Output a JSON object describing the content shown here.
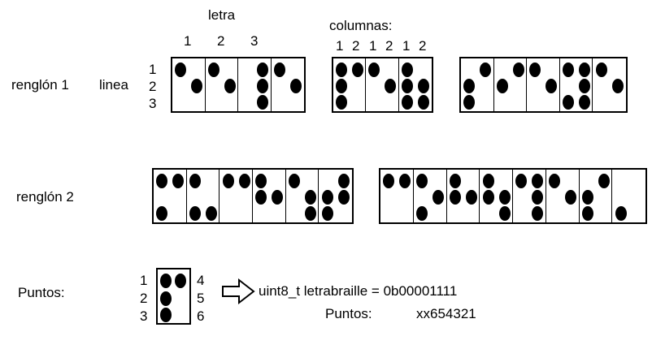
{
  "labels": {
    "letra": "letra",
    "letra_nums": [
      "1",
      "2",
      "3"
    ],
    "columnas": "columnas:",
    "columnas_nums": [
      "1",
      "2",
      "1",
      "2",
      "1",
      "2"
    ],
    "renglon1": "renglón 1",
    "linea": "linea",
    "linea_nums": [
      "1",
      "2",
      "3"
    ],
    "renglon2": "renglón 2",
    "puntos": "Puntos:"
  },
  "legend": {
    "left_nums": [
      "1",
      "2",
      "3"
    ],
    "right_nums": [
      "4",
      "5",
      "6"
    ],
    "code": "uint8_t letrabraille = 0b00001111",
    "bits_label": "Puntos:",
    "bits": "xx654321"
  },
  "braille_groups": [
    {
      "name": "row1-group1",
      "cells": [
        [
          1,
          0,
          0,
          0,
          1,
          0
        ],
        [
          1,
          0,
          0,
          0,
          1,
          0
        ],
        [
          0,
          0,
          0,
          1,
          1,
          1
        ],
        [
          1,
          0,
          0,
          0,
          1,
          0
        ]
      ]
    },
    {
      "name": "row1-group2",
      "cells": [
        [
          1,
          1,
          1,
          1,
          0,
          0
        ],
        [
          1,
          0,
          0,
          0,
          1,
          0
        ],
        [
          1,
          1,
          1,
          0,
          1,
          1
        ]
      ]
    },
    {
      "name": "row1-group3",
      "cells": [
        [
          0,
          1,
          1,
          1,
          0,
          0
        ],
        [
          0,
          1,
          0,
          1,
          0,
          0
        ],
        [
          1,
          0,
          0,
          0,
          1,
          0
        ],
        [
          1,
          0,
          1,
          1,
          1,
          1
        ],
        [
          1,
          0,
          0,
          0,
          1,
          0
        ]
      ]
    },
    {
      "name": "row2-group1",
      "cells": [
        [
          1,
          0,
          1,
          1,
          0,
          0
        ],
        [
          1,
          0,
          1,
          0,
          0,
          1
        ],
        [
          1,
          0,
          0,
          1,
          0,
          0
        ],
        [
          1,
          1,
          0,
          0,
          1,
          0
        ],
        [
          1,
          0,
          0,
          0,
          1,
          1
        ],
        [
          0,
          1,
          1,
          1,
          1,
          0
        ]
      ]
    },
    {
      "name": "row2-group2",
      "cells": [
        [
          1,
          0,
          0,
          1,
          0,
          0
        ],
        [
          1,
          0,
          1,
          0,
          1,
          0
        ],
        [
          1,
          1,
          0,
          0,
          1,
          0
        ],
        [
          1,
          1,
          0,
          0,
          1,
          1
        ],
        [
          1,
          0,
          0,
          1,
          1,
          1
        ],
        [
          1,
          0,
          0,
          0,
          1,
          0
        ],
        [
          0,
          1,
          1,
          1,
          0,
          0
        ],
        [
          0,
          0,
          1,
          0,
          0,
          0
        ]
      ]
    }
  ],
  "legend_cell": [
    1,
    1,
    1,
    1,
    0,
    0
  ]
}
